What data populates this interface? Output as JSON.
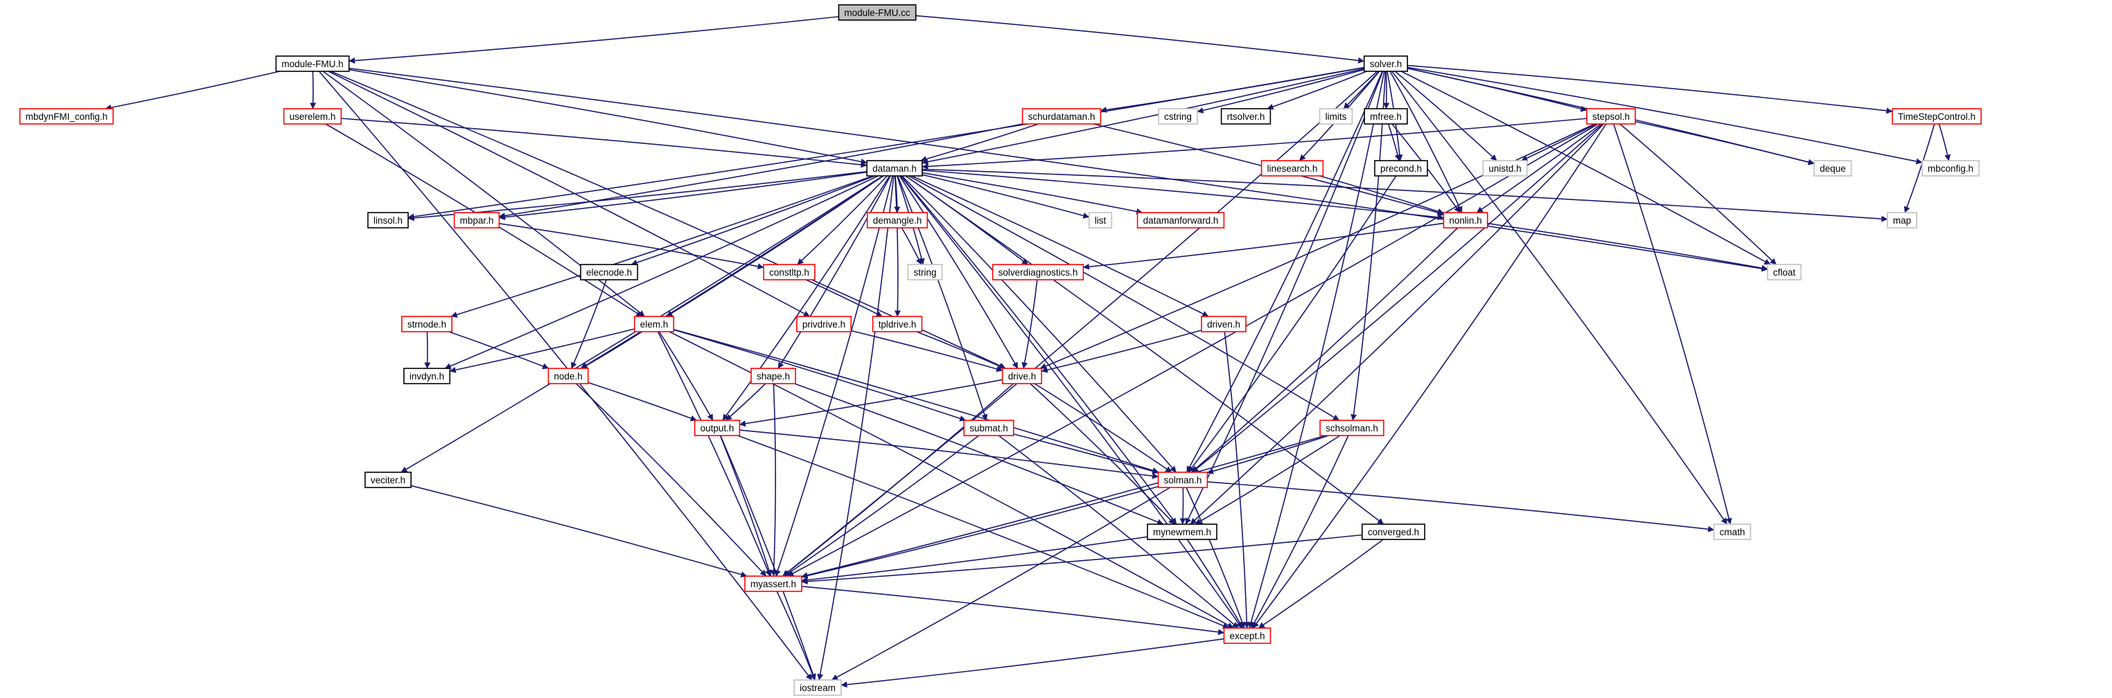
{
  "colors": {
    "edge": "#191970",
    "node_border_default": "#000000",
    "node_border_missing": "#ff0000",
    "node_border_system": "#bfbfbf",
    "root_fill": "#bfbfbf",
    "background": "#ffffff"
  },
  "nodes": [
    {
      "id": "module-FMU.cc",
      "label": "module-FMU.cc",
      "kind": "root"
    },
    {
      "id": "module-FMU.h",
      "label": "module-FMU.h",
      "kind": "doc"
    },
    {
      "id": "solver.h",
      "label": "solver.h",
      "kind": "doc"
    },
    {
      "id": "mbdynFMI_config.h",
      "label": "mbdynFMI_config.h",
      "kind": "missing"
    },
    {
      "id": "userelem.h",
      "label": "userelem.h",
      "kind": "missing"
    },
    {
      "id": "schurdataman.h",
      "label": "schurdataman.h",
      "kind": "missing"
    },
    {
      "id": "cstring",
      "label": "cstring",
      "kind": "system"
    },
    {
      "id": "rtsolver.h",
      "label": "rtsolver.h",
      "kind": "doc"
    },
    {
      "id": "limits",
      "label": "limits",
      "kind": "system"
    },
    {
      "id": "mfree.h",
      "label": "mfree.h",
      "kind": "doc"
    },
    {
      "id": "stepsol.h",
      "label": "stepsol.h",
      "kind": "missing"
    },
    {
      "id": "TimeStepControl.h",
      "label": "TimeStepControl.h",
      "kind": "missing"
    },
    {
      "id": "dataman.h",
      "label": "dataman.h",
      "kind": "doc"
    },
    {
      "id": "linesearch.h",
      "label": "linesearch.h",
      "kind": "missing"
    },
    {
      "id": "precond.h",
      "label": "precond.h",
      "kind": "doc"
    },
    {
      "id": "unistd.h",
      "label": "unistd.h",
      "kind": "system"
    },
    {
      "id": "deque",
      "label": "deque",
      "kind": "system"
    },
    {
      "id": "mbconfig.h",
      "label": "mbconfig.h",
      "kind": "system"
    },
    {
      "id": "linsol.h",
      "label": "linsol.h",
      "kind": "doc"
    },
    {
      "id": "mbpar.h",
      "label": "mbpar.h",
      "kind": "missing"
    },
    {
      "id": "demangle.h",
      "label": "demangle.h",
      "kind": "missing"
    },
    {
      "id": "list",
      "label": "list",
      "kind": "system"
    },
    {
      "id": "datamanforward.h",
      "label": "datamanforward.h",
      "kind": "missing"
    },
    {
      "id": "nonlin.h",
      "label": "nonlin.h",
      "kind": "missing"
    },
    {
      "id": "map",
      "label": "map",
      "kind": "system"
    },
    {
      "id": "string",
      "label": "string",
      "kind": "system"
    },
    {
      "id": "elecnode.h",
      "label": "elecnode.h",
      "kind": "doc"
    },
    {
      "id": "constltp.h",
      "label": "constltp.h",
      "kind": "missing"
    },
    {
      "id": "solverdiagnostics.h",
      "label": "solverdiagnostics.h",
      "kind": "missing"
    },
    {
      "id": "cfloat",
      "label": "cfloat",
      "kind": "system"
    },
    {
      "id": "strnode.h",
      "label": "strnode.h",
      "kind": "missing"
    },
    {
      "id": "elem.h",
      "label": "elem.h",
      "kind": "missing"
    },
    {
      "id": "privdrive.h",
      "label": "privdrive.h",
      "kind": "missing"
    },
    {
      "id": "tpldrive.h",
      "label": "tpldrive.h",
      "kind": "missing"
    },
    {
      "id": "driven.h",
      "label": "driven.h",
      "kind": "missing"
    },
    {
      "id": "invdyn.h",
      "label": "invdyn.h",
      "kind": "doc"
    },
    {
      "id": "node.h",
      "label": "node.h",
      "kind": "missing"
    },
    {
      "id": "shape.h",
      "label": "shape.h",
      "kind": "missing"
    },
    {
      "id": "drive.h",
      "label": "drive.h",
      "kind": "missing"
    },
    {
      "id": "output.h",
      "label": "output.h",
      "kind": "missing"
    },
    {
      "id": "submat.h",
      "label": "submat.h",
      "kind": "missing"
    },
    {
      "id": "schsolman.h",
      "label": "schsolman.h",
      "kind": "missing"
    },
    {
      "id": "veciter.h",
      "label": "veciter.h",
      "kind": "doc"
    },
    {
      "id": "solman.h",
      "label": "solman.h",
      "kind": "missing"
    },
    {
      "id": "mynewmem.h",
      "label": "mynewmem.h",
      "kind": "doc"
    },
    {
      "id": "converged.h",
      "label": "converged.h",
      "kind": "doc"
    },
    {
      "id": "cmath",
      "label": "cmath",
      "kind": "system"
    },
    {
      "id": "myassert.h",
      "label": "myassert.h",
      "kind": "missing"
    },
    {
      "id": "except.h",
      "label": "except.h",
      "kind": "missing"
    },
    {
      "id": "iostream",
      "label": "iostream",
      "kind": "system"
    }
  ],
  "edges": [
    [
      "module-FMU.cc",
      "module-FMU.h"
    ],
    [
      "module-FMU.cc",
      "solver.h"
    ],
    [
      "module-FMU.h",
      "mbdynFMI_config.h"
    ],
    [
      "module-FMU.h",
      "userelem.h"
    ],
    [
      "module-FMU.h",
      "dataman.h"
    ],
    [
      "module-FMU.h",
      "elem.h"
    ],
    [
      "module-FMU.h",
      "drive.h"
    ],
    [
      "module-FMU.h",
      "privdrive.h"
    ],
    [
      "module-FMU.h",
      "iostream"
    ],
    [
      "module-FMU.h",
      "cfloat"
    ],
    [
      "solver.h",
      "schurdataman.h"
    ],
    [
      "solver.h",
      "cstring"
    ],
    [
      "solver.h",
      "rtsolver.h"
    ],
    [
      "solver.h",
      "limits"
    ],
    [
      "solver.h",
      "mfree.h"
    ],
    [
      "solver.h",
      "stepsol.h"
    ],
    [
      "solver.h",
      "TimeStepControl.h"
    ],
    [
      "solver.h",
      "dataman.h"
    ],
    [
      "solver.h",
      "linesearch.h"
    ],
    [
      "solver.h",
      "precond.h"
    ],
    [
      "solver.h",
      "unistd.h"
    ],
    [
      "solver.h",
      "deque"
    ],
    [
      "solver.h",
      "mbconfig.h"
    ],
    [
      "solver.h",
      "linsol.h"
    ],
    [
      "solver.h",
      "nonlin.h"
    ],
    [
      "solver.h",
      "cfloat"
    ],
    [
      "solver.h",
      "solman.h"
    ],
    [
      "solver.h",
      "mynewmem.h"
    ],
    [
      "solver.h",
      "cmath"
    ],
    [
      "solver.h",
      "myassert.h"
    ],
    [
      "solver.h",
      "except.h"
    ],
    [
      "solver.h",
      "schsolman.h"
    ],
    [
      "userelem.h",
      "dataman.h"
    ],
    [
      "userelem.h",
      "elem.h"
    ],
    [
      "schurdataman.h",
      "dataman.h"
    ],
    [
      "schurdataman.h",
      "mbpar.h"
    ],
    [
      "schurdataman.h",
      "nonlin.h"
    ],
    [
      "mfree.h",
      "precond.h"
    ],
    [
      "mfree.h",
      "nonlin.h"
    ],
    [
      "stepsol.h",
      "dataman.h"
    ],
    [
      "stepsol.h",
      "unistd.h"
    ],
    [
      "stepsol.h",
      "deque"
    ],
    [
      "stepsol.h",
      "nonlin.h"
    ],
    [
      "stepsol.h",
      "cfloat"
    ],
    [
      "stepsol.h",
      "cmath"
    ],
    [
      "stepsol.h",
      "solman.h"
    ],
    [
      "stepsol.h",
      "drive.h"
    ],
    [
      "stepsol.h",
      "mynewmem.h"
    ],
    [
      "stepsol.h",
      "except.h"
    ],
    [
      "stepsol.h",
      "myassert.h"
    ],
    [
      "TimeStepControl.h",
      "mbconfig.h"
    ],
    [
      "TimeStepControl.h",
      "map"
    ],
    [
      "linesearch.h",
      "nonlin.h"
    ],
    [
      "precond.h",
      "solman.h"
    ],
    [
      "dataman.h",
      "linsol.h"
    ],
    [
      "dataman.h",
      "mbpar.h"
    ],
    [
      "dataman.h",
      "demangle.h"
    ],
    [
      "dataman.h",
      "list"
    ],
    [
      "dataman.h",
      "datamanforward.h"
    ],
    [
      "dataman.h",
      "nonlin.h"
    ],
    [
      "dataman.h",
      "map"
    ],
    [
      "dataman.h",
      "string"
    ],
    [
      "dataman.h",
      "elecnode.h"
    ],
    [
      "dataman.h",
      "constltp.h"
    ],
    [
      "dataman.h",
      "solverdiagnostics.h"
    ],
    [
      "dataman.h",
      "strnode.h"
    ],
    [
      "dataman.h",
      "elem.h"
    ],
    [
      "dataman.h",
      "tpldrive.h"
    ],
    [
      "dataman.h",
      "driven.h"
    ],
    [
      "dataman.h",
      "invdyn.h"
    ],
    [
      "dataman.h",
      "node.h"
    ],
    [
      "dataman.h",
      "shape.h"
    ],
    [
      "dataman.h",
      "drive.h"
    ],
    [
      "dataman.h",
      "output.h"
    ],
    [
      "dataman.h",
      "submat.h"
    ],
    [
      "dataman.h",
      "veciter.h"
    ],
    [
      "dataman.h",
      "solman.h"
    ],
    [
      "dataman.h",
      "mynewmem.h"
    ],
    [
      "dataman.h",
      "converged.h"
    ],
    [
      "dataman.h",
      "myassert.h"
    ],
    [
      "dataman.h",
      "except.h"
    ],
    [
      "dataman.h",
      "iostream"
    ],
    [
      "dataman.h",
      "schsolman.h"
    ],
    [
      "mbpar.h",
      "constltp.h"
    ],
    [
      "demangle.h",
      "string"
    ],
    [
      "nonlin.h",
      "solverdiagnostics.h"
    ],
    [
      "nonlin.h",
      "cfloat"
    ],
    [
      "nonlin.h",
      "solman.h"
    ],
    [
      "elecnode.h",
      "node.h"
    ],
    [
      "constltp.h",
      "tpldrive.h"
    ],
    [
      "solverdiagnostics.h",
      "drive.h"
    ],
    [
      "strnode.h",
      "node.h"
    ],
    [
      "strnode.h",
      "invdyn.h"
    ],
    [
      "elem.h",
      "invdyn.h"
    ],
    [
      "elem.h",
      "node.h"
    ],
    [
      "elem.h",
      "output.h"
    ],
    [
      "elem.h",
      "submat.h"
    ],
    [
      "elem.h",
      "solman.h"
    ],
    [
      "elem.h",
      "myassert.h"
    ],
    [
      "elem.h",
      "except.h"
    ],
    [
      "privdrive.h",
      "drive.h"
    ],
    [
      "tpldrive.h",
      "drive.h"
    ],
    [
      "driven.h",
      "drive.h"
    ],
    [
      "driven.h",
      "except.h"
    ],
    [
      "node.h",
      "output.h"
    ],
    [
      "node.h",
      "myassert.h"
    ],
    [
      "shape.h",
      "output.h"
    ],
    [
      "shape.h",
      "myassert.h"
    ],
    [
      "shape.h",
      "mynewmem.h"
    ],
    [
      "drive.h",
      "output.h"
    ],
    [
      "drive.h",
      "solman.h"
    ],
    [
      "drive.h",
      "myassert.h"
    ],
    [
      "drive.h",
      "mynewmem.h"
    ],
    [
      "output.h",
      "solman.h"
    ],
    [
      "output.h",
      "myassert.h"
    ],
    [
      "output.h",
      "except.h"
    ],
    [
      "output.h",
      "iostream"
    ],
    [
      "submat.h",
      "solman.h"
    ],
    [
      "submat.h",
      "myassert.h"
    ],
    [
      "submat.h",
      "except.h"
    ],
    [
      "schsolman.h",
      "solman.h"
    ],
    [
      "schsolman.h",
      "mynewmem.h"
    ],
    [
      "schsolman.h",
      "myassert.h"
    ],
    [
      "schsolman.h",
      "except.h"
    ],
    [
      "veciter.h",
      "myassert.h"
    ],
    [
      "solman.h",
      "mynewmem.h"
    ],
    [
      "solman.h",
      "cmath"
    ],
    [
      "solman.h",
      "myassert.h"
    ],
    [
      "solman.h",
      "except.h"
    ],
    [
      "solman.h",
      "iostream"
    ],
    [
      "mynewmem.h",
      "myassert.h"
    ],
    [
      "mynewmem.h",
      "except.h"
    ],
    [
      "converged.h",
      "myassert.h"
    ],
    [
      "converged.h",
      "except.h"
    ],
    [
      "myassert.h",
      "except.h"
    ],
    [
      "myassert.h",
      "iostream"
    ],
    [
      "except.h",
      "iostream"
    ]
  ]
}
